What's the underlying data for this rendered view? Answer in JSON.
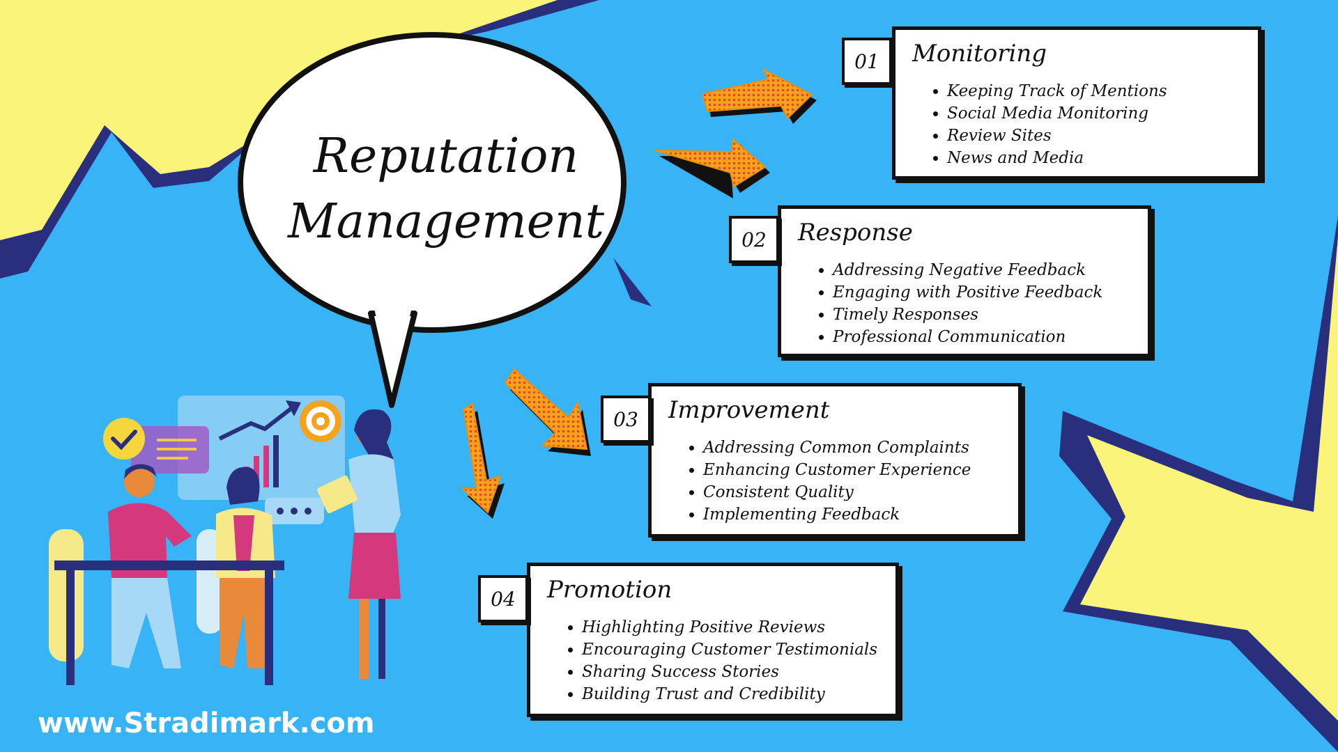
{
  "title_lines": [
    "Reputation",
    "Management"
  ],
  "website": "www.Stradimark.com",
  "colors": {
    "background": "#38b3f5",
    "yellow": "#fbf47a",
    "navy": "#2a2f7d",
    "card_border": "#111111",
    "arrow_fill": "#f7a21b",
    "arrow_dots": "#e3462c"
  },
  "sections": [
    {
      "number": "01",
      "title": "Monitoring",
      "items": [
        "Keeping Track of Mentions",
        "Social Media Monitoring",
        "Review Sites",
        "News and Media"
      ]
    },
    {
      "number": "02",
      "title": "Response",
      "items": [
        "Addressing Negative Feedback",
        "Engaging with Positive Feedback",
        "Timely Responses",
        "Professional Communication"
      ]
    },
    {
      "number": "03",
      "title": "Improvement",
      "items": [
        "Addressing Common Complaints",
        "Enhancing Customer Experience",
        "Consistent Quality",
        "Implementing Feedback"
      ]
    },
    {
      "number": "04",
      "title": "Promotion",
      "items": [
        "Highlighting Positive Reviews",
        "Encouraging Customer Testimonials",
        "Sharing Success Stories",
        "Building Trust and Credibility"
      ]
    }
  ]
}
